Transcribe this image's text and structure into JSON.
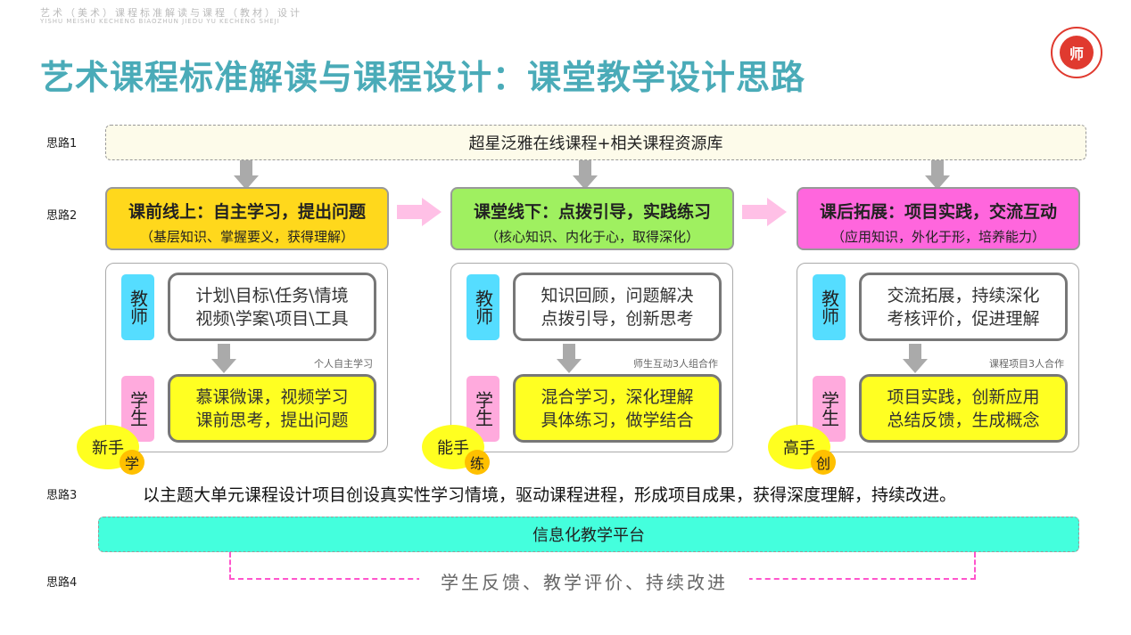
{
  "header": {
    "subtitle_cn": "艺术（美术）课程标准解读与课程（教材）设计",
    "subtitle_pinyin": "YISHU MEISHU KECHENG BIAOZHUN JIEDU YU KECHENG SHEJI",
    "title": "艺术课程标准解读与课程设计：课堂教学设计思路",
    "logo_text": "师"
  },
  "labels": [
    "思路1",
    "思路2",
    "思路3",
    "思路4"
  ],
  "idea1": "超星泛雅在线课程+相关课程资源库",
  "stages": [
    {
      "title": "课前线上：自主学习，提出问题",
      "sub": "（基层知识、掌握要义，获得理解）",
      "color": "#ffd81c",
      "teacher_tag": "教师",
      "teacher": [
        "计划\\目标\\任务\\情境",
        "视频\\学案\\项目\\工具"
      ],
      "note": "个人自主学习",
      "student_tag": "学生",
      "student": [
        "慕课微课，视频学习",
        "课前思考，提出问题"
      ],
      "badge": "新手",
      "badge_dot": "学"
    },
    {
      "title": "课堂线下：点拨引导，实践练习",
      "sub": "（核心知识、内化于心，取得深化）",
      "color": "#9ff060",
      "teacher_tag": "教师",
      "teacher": [
        "知识回顾，问题解决",
        "点拨引导，创新思考"
      ],
      "note": "师生互动3人组合作",
      "student_tag": "学生",
      "student": [
        "混合学习，深化理解",
        "具体练习，做学结合"
      ],
      "badge": "能手",
      "badge_dot": "练"
    },
    {
      "title": "课后拓展：项目实践，交流互动",
      "sub": "（应用知识，外化于形，培养能力）",
      "color": "#ff66dd",
      "teacher_tag": "教师",
      "teacher": [
        "交流拓展，持续深化",
        "考核评价，促进理解"
      ],
      "note": "课程项目3人合作",
      "student_tag": "学生",
      "student": [
        "项目实践，创新应用",
        "总结反馈，生成概念"
      ],
      "badge": "高手",
      "badge_dot": "创"
    }
  ],
  "idea3": "以主题大单元课程设计项目创设真实性学习情境，驱动课程进程，形成项目成果，获得深度理解，持续改进。",
  "platform": "信息化教学平台",
  "idea4": "学生反馈、教学评价、持续改进"
}
